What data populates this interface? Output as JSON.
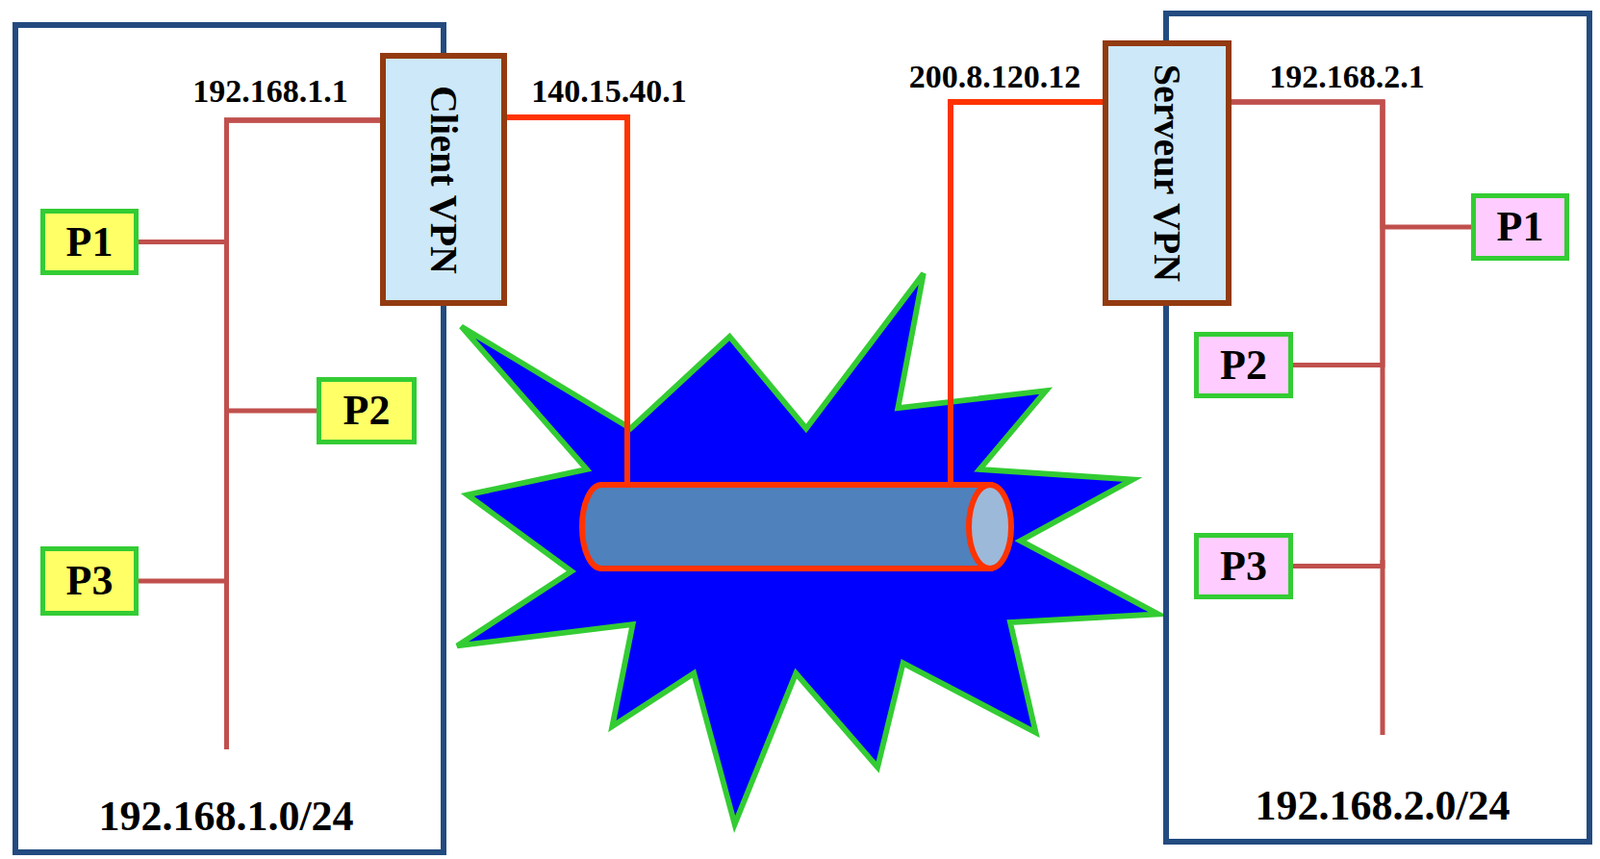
{
  "diagram": {
    "nodes": [
      {
        "text": [
          "192.168.1.0/24"
        ]
      },
      {
        "text": [
          "P1"
        ],
        "in": 0
      },
      {
        "text": [
          "P2"
        ],
        "in": 0
      },
      {
        "text": [
          "P3"
        ],
        "in": 0
      },
      {
        "text": [
          "Client VPN"
        ]
      },
      {
        "text": [
          "192.168.2.0/24"
        ]
      },
      {
        "text": [
          "Serveur VPN"
        ]
      },
      {
        "text": [
          "P1"
        ],
        "in": 5
      },
      {
        "text": [
          "P2"
        ],
        "in": 5
      },
      {
        "text": [
          "P3"
        ],
        "in": 5
      }
    ],
    "edges": [
      {
        "from": 4,
        "to": 1,
        "arrow": "none"
      },
      {
        "from": 4,
        "to": 2,
        "arrow": "none"
      },
      {
        "from": 4,
        "to": 3,
        "arrow": "none"
      },
      {
        "from": 6,
        "to": 7,
        "arrow": "none"
      },
      {
        "from": 6,
        "to": 8,
        "arrow": "none"
      },
      {
        "from": 6,
        "to": 9,
        "arrow": "none"
      },
      {
        "from": 4,
        "to": 6,
        "arrow": "none"
      }
    ],
    "labels": [
      "192.168.1.1",
      "140.15.40.1",
      "200.8.120.12",
      "192.168.2.1"
    ]
  }
}
